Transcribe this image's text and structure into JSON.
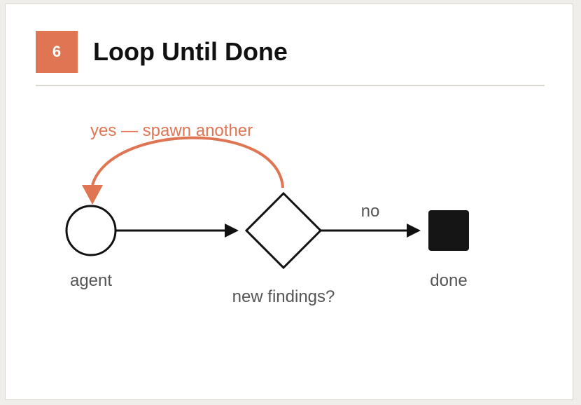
{
  "header": {
    "step_number": "6",
    "title": "Loop Until Done"
  },
  "diagram": {
    "loop_label": "yes — spawn another",
    "edge_label_no": "no",
    "nodes": {
      "agent": "agent",
      "decision": "new findings?",
      "done": "done"
    }
  },
  "colors": {
    "accent": "#e07554",
    "stroke": "#111111",
    "label": "#555555"
  },
  "icons": [
    "circle-node-icon",
    "diamond-decision-icon",
    "square-terminal-icon",
    "arrow-icon"
  ]
}
